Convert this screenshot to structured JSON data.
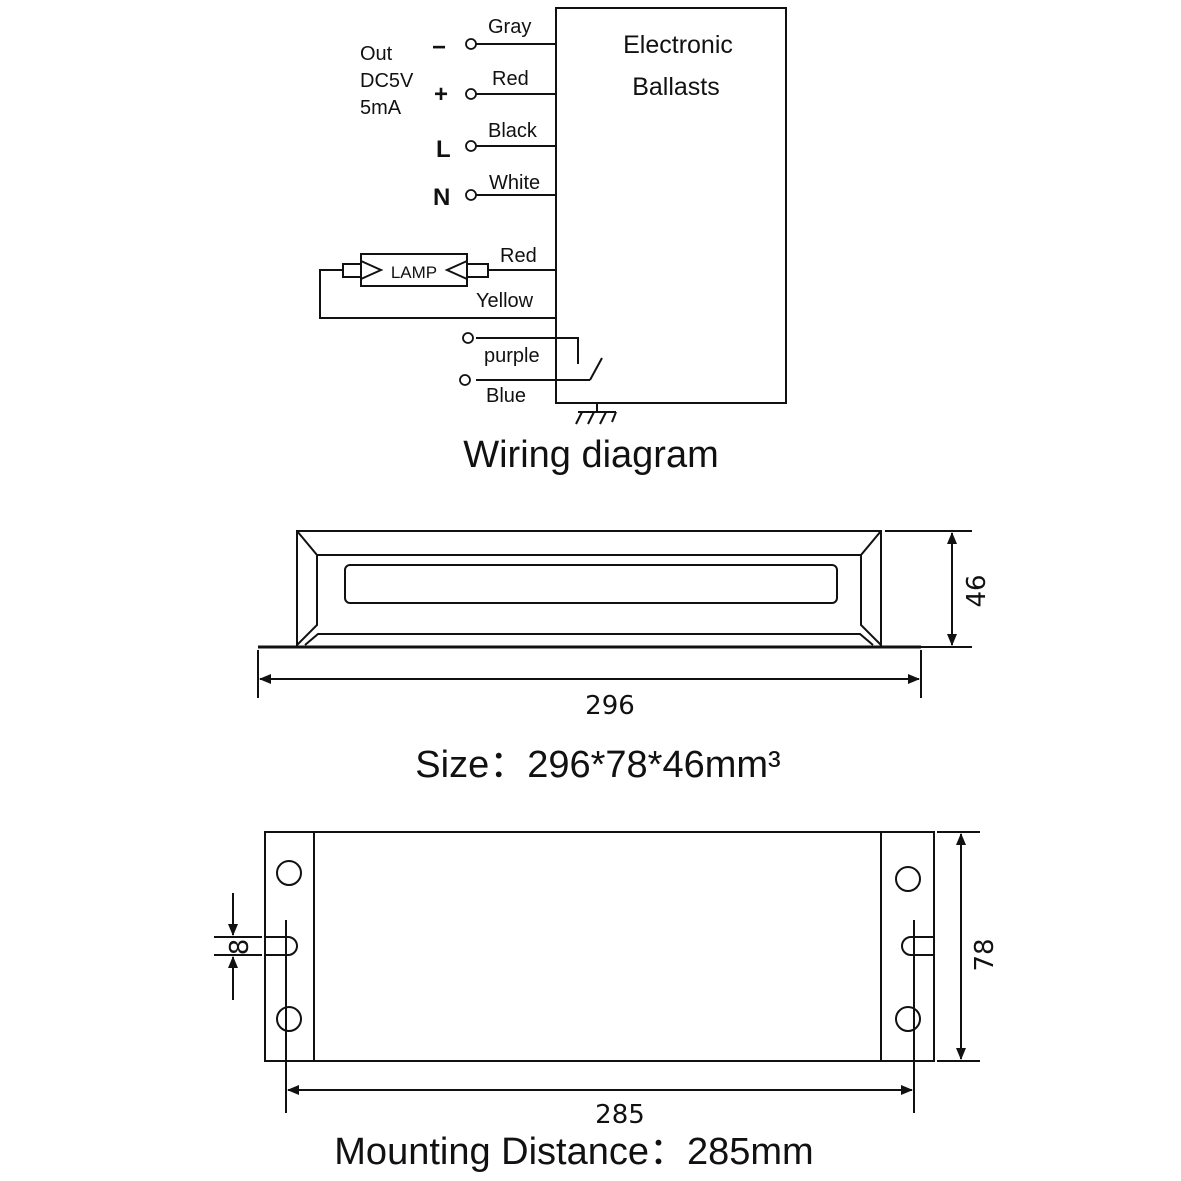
{
  "wiring": {
    "title": "Wiring diagram",
    "ballast_label_1": "Electronic",
    "ballast_label_2": "Ballasts",
    "out_label": "Out",
    "out_voltage": "DC5V",
    "out_current": "5mA",
    "minus_sign": "−",
    "plus_sign": "+",
    "L": "L",
    "N": "N",
    "lamp": "LAMP",
    "wires": {
      "gray": "Gray",
      "red_out": "Red",
      "black": "Black",
      "white": "White",
      "red_lamp": "Red",
      "yellow": "Yellow",
      "purple": "purple",
      "blue": "Blue"
    }
  },
  "side_view": {
    "width_dim": "296",
    "height_dim": "46",
    "caption": "Size：296*78*46mm³"
  },
  "top_view": {
    "length_dim": "285",
    "width_dim": "78",
    "slot_dim": "8",
    "caption": "Mounting  Distance：285mm"
  }
}
